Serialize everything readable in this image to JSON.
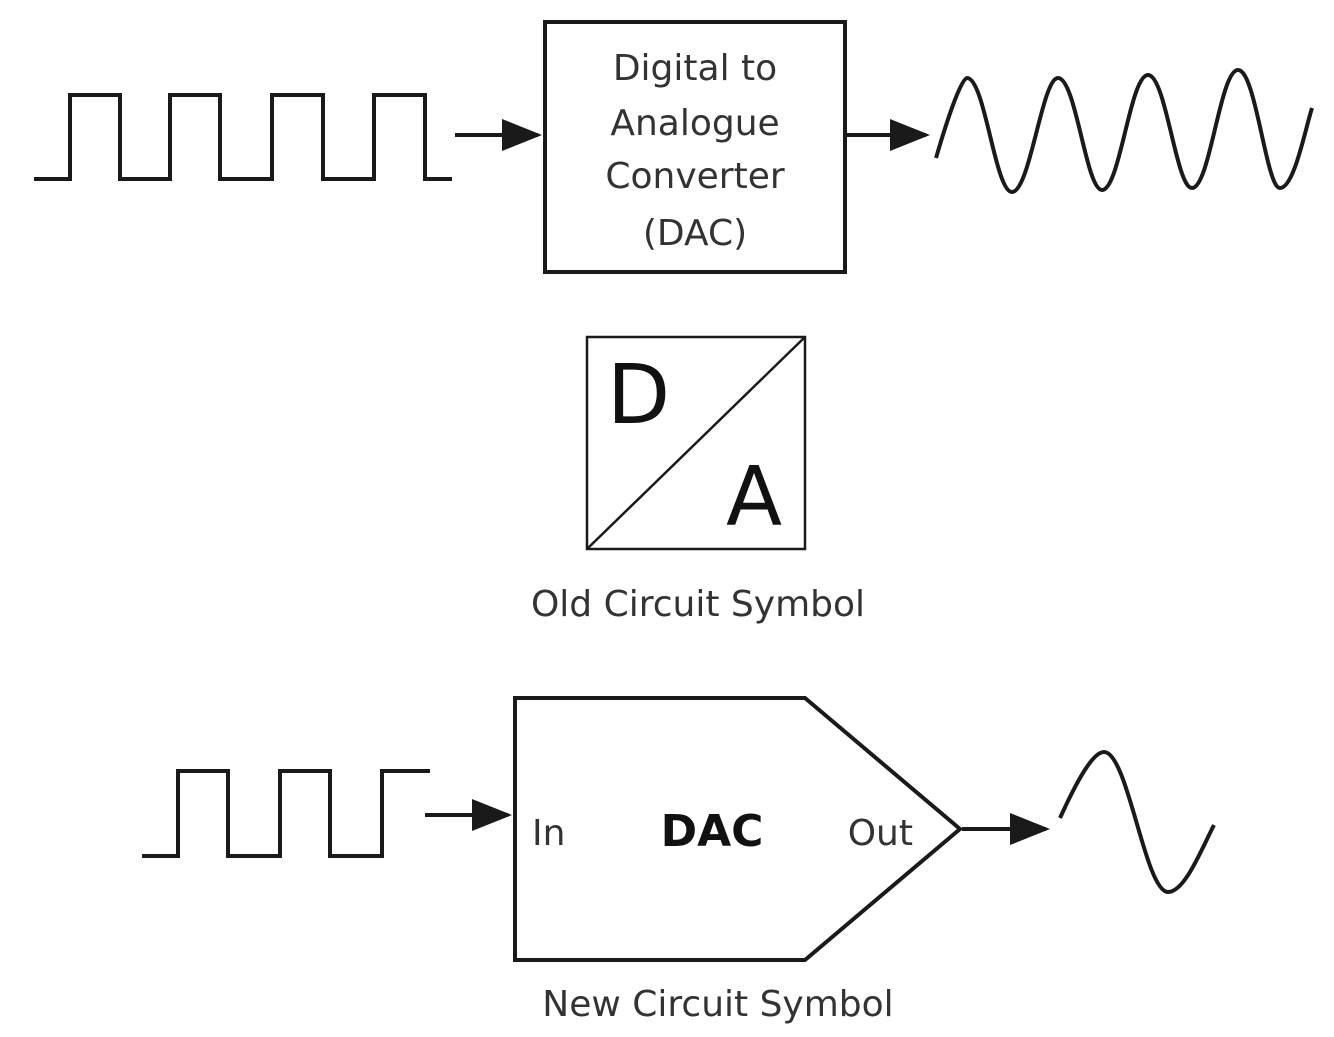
{
  "top_block": {
    "title_lines": [
      "Digital to",
      "Analogue",
      "Converter",
      "(DAC)"
    ]
  },
  "old_symbol": {
    "letter_top": "D",
    "letter_bottom": "A",
    "caption": "Old Circuit Symbol"
  },
  "new_symbol": {
    "input_label": "In",
    "center_label": "DAC",
    "output_label": "Out",
    "caption": "New Circuit Symbol"
  }
}
